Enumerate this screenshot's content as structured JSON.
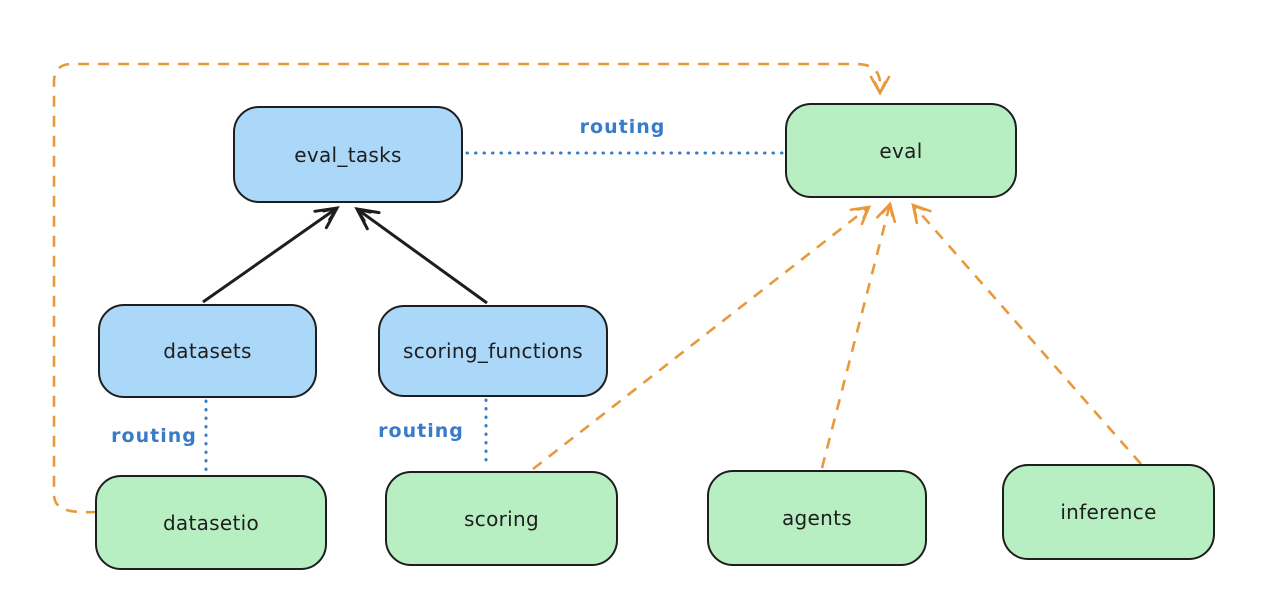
{
  "nodes": {
    "eval_tasks": {
      "label": "eval_tasks",
      "kind": "blue"
    },
    "eval": {
      "label": "eval",
      "kind": "green"
    },
    "datasets": {
      "label": "datasets",
      "kind": "blue"
    },
    "scoring_functions": {
      "label": "scoring_functions",
      "kind": "blue"
    },
    "datasetio": {
      "label": "datasetio",
      "kind": "green"
    },
    "scoring": {
      "label": "scoring",
      "kind": "green"
    },
    "agents": {
      "label": "agents",
      "kind": "green"
    },
    "inference": {
      "label": "inference",
      "kind": "green"
    }
  },
  "edge_labels": {
    "routing_eval_tasks_eval": "routing",
    "routing_datasets_datasetio": "routing",
    "routing_scoring_functions_scoring": "routing"
  },
  "edges": [
    {
      "from": "datasets",
      "to": "eval_tasks",
      "style": "solid",
      "color": "black",
      "arrow": true,
      "label": ""
    },
    {
      "from": "scoring_functions",
      "to": "eval_tasks",
      "style": "solid",
      "color": "black",
      "arrow": true,
      "label": ""
    },
    {
      "from": "eval_tasks",
      "to": "eval",
      "style": "dotted",
      "color": "blue",
      "arrow": false,
      "label": "routing"
    },
    {
      "from": "datasets",
      "to": "datasetio",
      "style": "dotted",
      "color": "blue",
      "arrow": false,
      "label": "routing"
    },
    {
      "from": "scoring_functions",
      "to": "scoring",
      "style": "dotted",
      "color": "blue",
      "arrow": false,
      "label": "routing"
    },
    {
      "from": "datasetio",
      "to": "eval",
      "style": "dashed",
      "color": "orange",
      "arrow": true,
      "route": "around-left-and-top",
      "label": ""
    },
    {
      "from": "scoring",
      "to": "eval",
      "style": "dashed",
      "color": "orange",
      "arrow": true,
      "label": ""
    },
    {
      "from": "agents",
      "to": "eval",
      "style": "dashed",
      "color": "orange",
      "arrow": true,
      "label": ""
    },
    {
      "from": "inference",
      "to": "eval",
      "style": "dashed",
      "color": "orange",
      "arrow": true,
      "label": ""
    }
  ],
  "colors": {
    "background": "#ffffff",
    "node_stroke": "#1e1e1e",
    "blue_fill": "#abd7f8",
    "green_fill": "#b8efc2",
    "routing_blue": "#3a7bc8",
    "orange": "#e9993b",
    "black_edge": "#1e1e1e"
  }
}
